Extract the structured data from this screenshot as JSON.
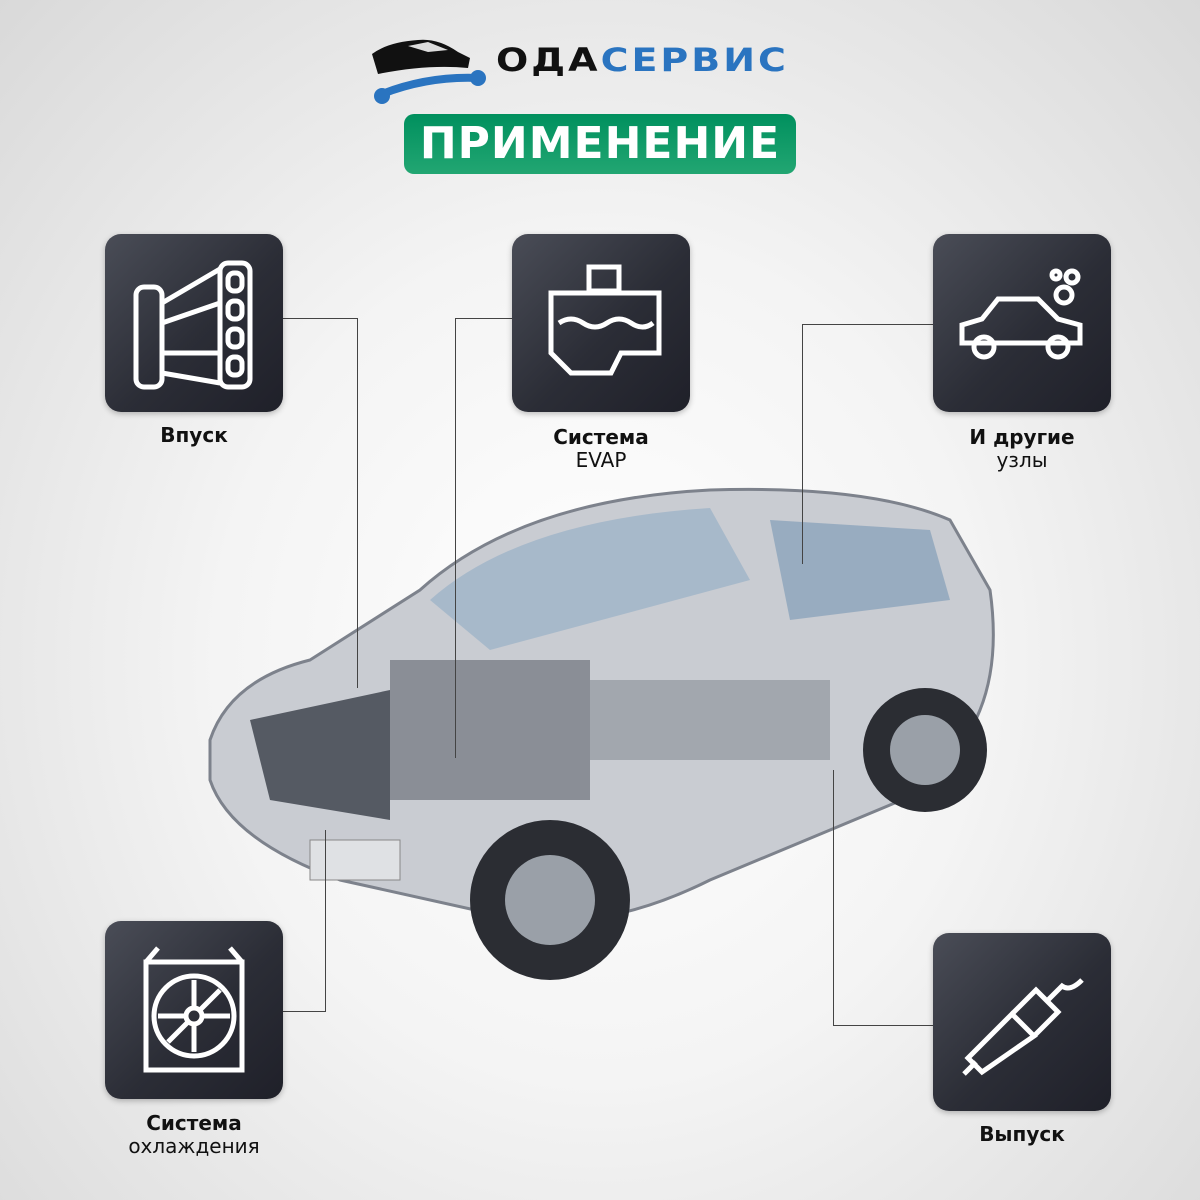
{
  "logo": {
    "part1": "ОДА",
    "part2": "СЕРВИС",
    "color1": "#111111",
    "color2": "#2a74c0"
  },
  "title": "ПРИМЕНЕНИЕ",
  "items": [
    {
      "bold": "Впуск",
      "sub": "",
      "icon": "intake-manifold-icon"
    },
    {
      "bold": "Система",
      "sub": "EVAP",
      "icon": "fuel-tank-icon"
    },
    {
      "bold": "И другие",
      "sub": "узлы",
      "icon": "car-smoke-icon"
    },
    {
      "bold": "Система",
      "sub": "охлаждения",
      "icon": "radiator-fan-icon"
    },
    {
      "bold": "Выпуск",
      "sub": "",
      "icon": "exhaust-muffler-icon"
    }
  ]
}
